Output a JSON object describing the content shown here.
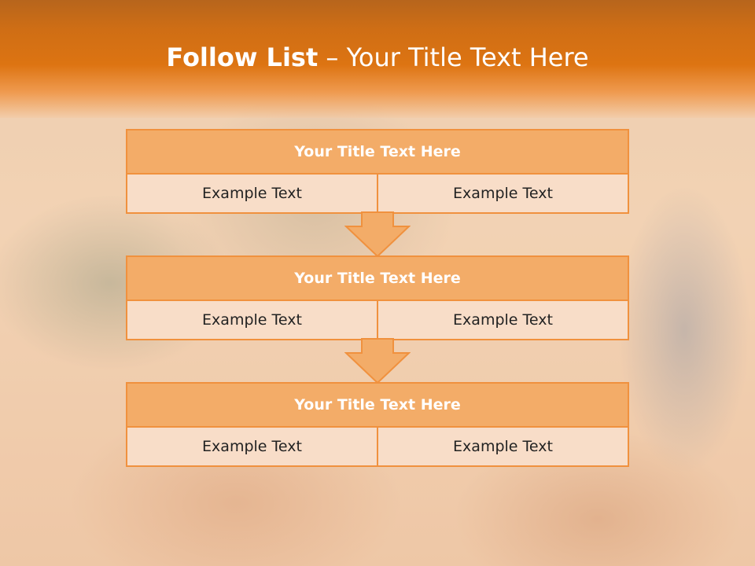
{
  "slide": {
    "title_bold": "Follow List",
    "title_rest": " – Your Title Text Here"
  },
  "steps": [
    {
      "title": "Your Title Text Here",
      "left": "Example Text",
      "right": "Example Text"
    },
    {
      "title": "Your Title Text Here",
      "left": "Example Text",
      "right": "Example Text"
    },
    {
      "title": "Your Title Text Here",
      "left": "Example Text",
      "right": "Example Text"
    }
  ],
  "colors": {
    "header_orange": "#dd7412",
    "block_border": "#f0913e",
    "block_title_fill": "#f3ac68",
    "cell_fill": "#f8ddc8"
  }
}
